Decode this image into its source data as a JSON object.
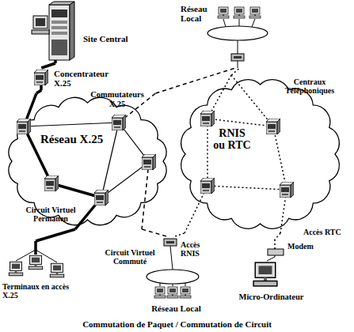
{
  "diagram": {
    "caption": "Commutation de Paquet / Commutation de Circuit",
    "nodes": [
      {
        "text": [
          "Site Central"
        ]
      },
      {
        "text": [
          "Concentrateur X.25"
        ]
      },
      {
        "text": [
          "Réseau X.25"
        ]
      },
      {
        "text": [
          "RNIS ou RTC"
        ]
      },
      {
        "text": [
          "Réseau Local"
        ]
      },
      {
        "text": [
          "Réseau Local"
        ]
      },
      {
        "text": [
          "Terminaux en accès X.25"
        ]
      },
      {
        "text": [
          "Modem"
        ]
      },
      {
        "text": [
          "Micro-Ordinateur"
        ]
      }
    ],
    "edges": [
      {
        "from": 0,
        "to": 1,
        "arrow": "none"
      },
      {
        "from": 1,
        "to": 2,
        "arrow": "none"
      },
      {
        "from": 2,
        "to": 6,
        "arrow": "none"
      },
      {
        "from": 2,
        "to": 4,
        "arrow": "none"
      },
      {
        "from": 2,
        "to": 5,
        "arrow": "none"
      },
      {
        "from": 3,
        "to": 4,
        "arrow": "none"
      },
      {
        "from": 3,
        "to": 5,
        "arrow": "none"
      },
      {
        "from": 3,
        "to": 7,
        "arrow": "none"
      },
      {
        "from": 7,
        "to": 8,
        "arrow": "none"
      }
    ],
    "labels": [
      "Commutateurs X.25",
      "Centraux Téléphoniques",
      "Circuit Virtuel Permanen",
      "Circuit Virtuel Commuté",
      "Accès RNIS",
      "Accès RTC"
    ]
  }
}
